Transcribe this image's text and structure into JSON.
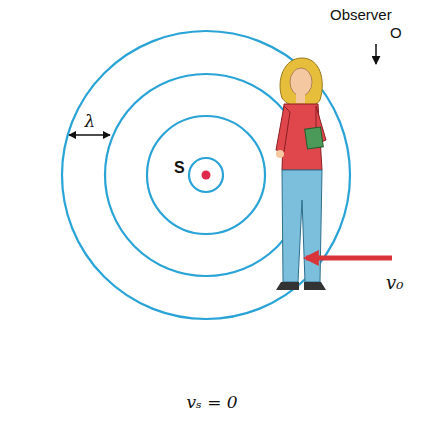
{
  "diagram": {
    "labels": [
      "Observer",
      "O",
      "S",
      "λ",
      "v₀",
      "vₛ = 0"
    ]
  }
}
